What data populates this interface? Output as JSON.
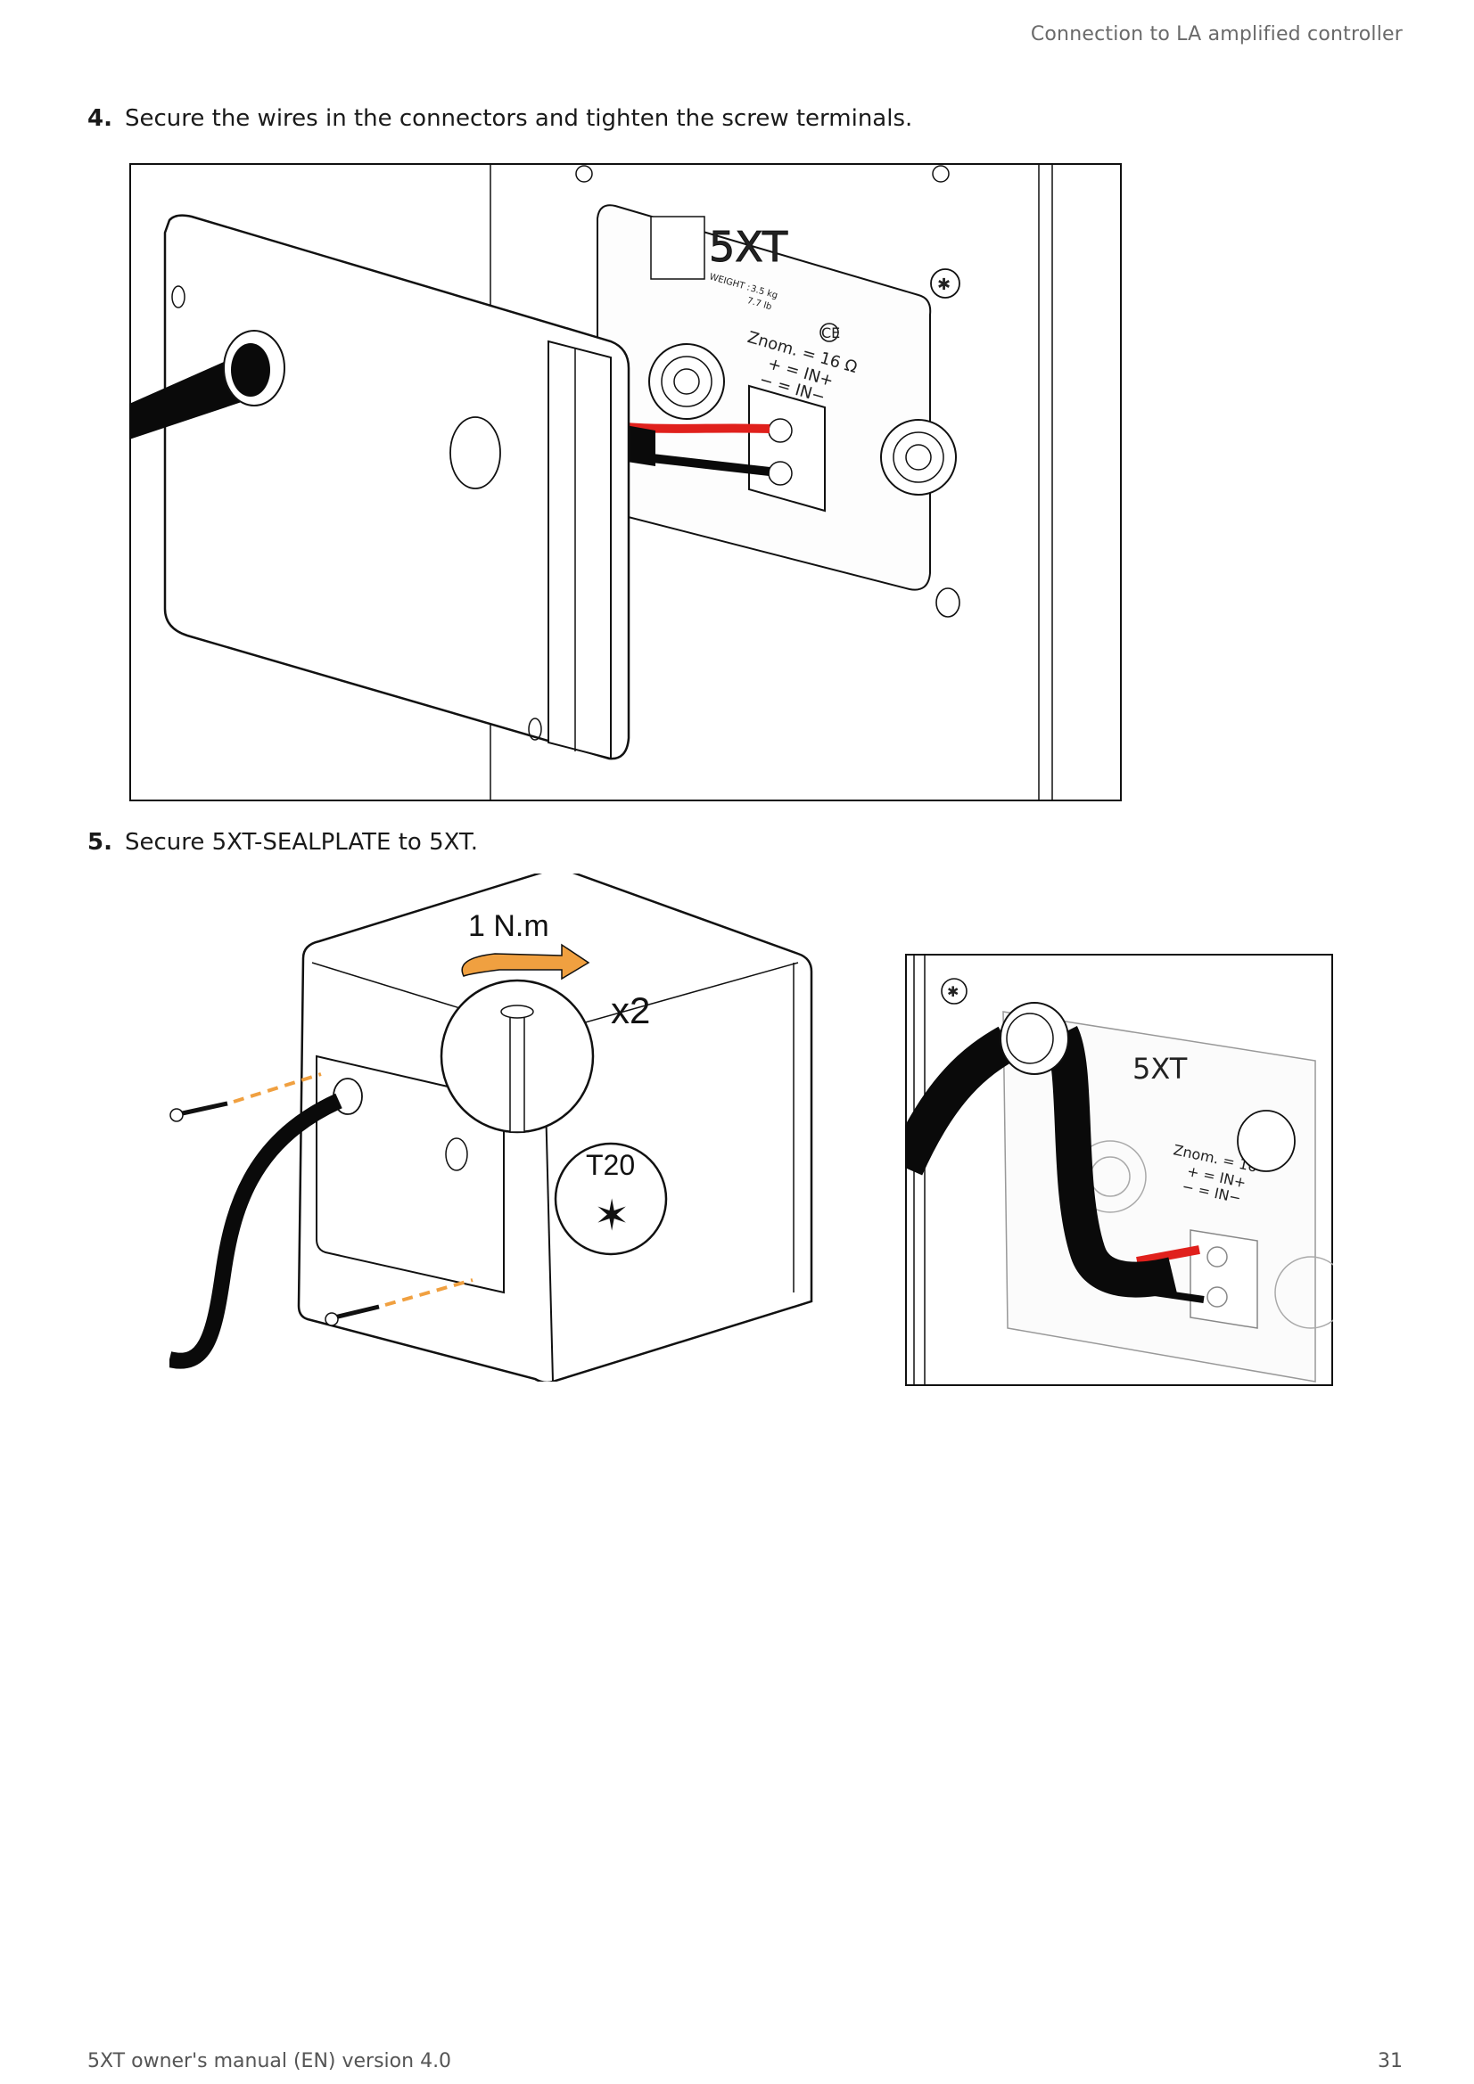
{
  "header": {
    "section_title": "Connection to LA amplified controller"
  },
  "steps": [
    {
      "number": "4.",
      "text": "Secure the wires in the connectors and tighten the screw terminals."
    },
    {
      "number": "5.",
      "text": "Secure 5XT-SEALPLATE to 5XT."
    }
  ],
  "figure1": {
    "panel_model": "5XT",
    "weight_label": "WEIGHT :",
    "weight_kg": "3.5 kg",
    "weight_lb": "7.7 lb",
    "impedance": "Znom. = 16 Ω",
    "pin_plus": "+ = IN+",
    "pin_minus": "− = IN−"
  },
  "figure2": {
    "torque": "1 N.m",
    "quantity": "x2",
    "tool": "T20"
  },
  "figure3": {
    "panel_model": "5XT",
    "impedance": "Znom. = 16",
    "pin_plus": "+ = IN+",
    "pin_minus": "− = IN−"
  },
  "colors": {
    "wire_red": "#e0201c",
    "accent_orange": "#f0a040",
    "cable_black": "#0a0a0a"
  },
  "footer": {
    "manual": "5XT owner's manual (EN) version 4.0",
    "page": "31"
  }
}
